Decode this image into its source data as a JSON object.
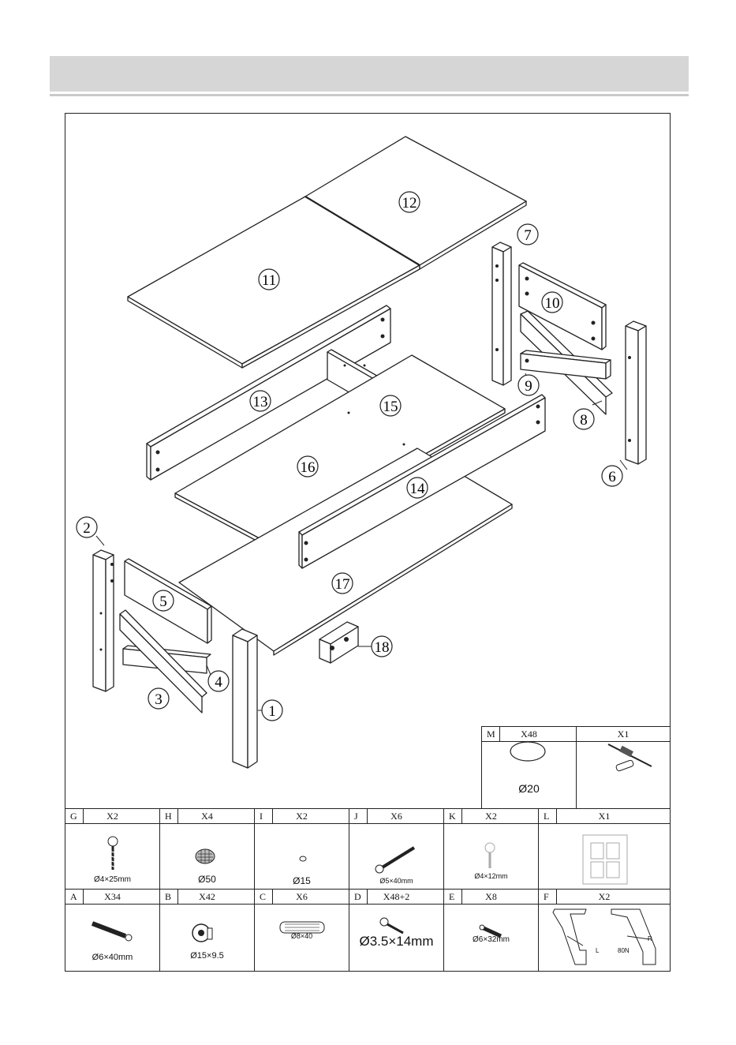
{
  "parts": [
    "1",
    "2",
    "3",
    "4",
    "5",
    "6",
    "7",
    "8",
    "9",
    "10",
    "11",
    "12",
    "13",
    "14",
    "15",
    "16",
    "17",
    "18"
  ],
  "hardware_top": [
    {
      "letter": "M",
      "qty": "X48",
      "size": "Ø20",
      "icon": "cap-icon"
    },
    {
      "letter": "",
      "qty": "X1",
      "size": "",
      "icon": "screwdriver-icon"
    }
  ],
  "hardware_row1": [
    {
      "letter": "G",
      "qty": "X2",
      "size": "Ø4×25mm",
      "icon": "screw-icon"
    },
    {
      "letter": "H",
      "qty": "X4",
      "size": "Ø50",
      "icon": "felt-pad-icon"
    },
    {
      "letter": "I",
      "qty": "X2",
      "size": "Ø15",
      "icon": "small-cap-icon"
    },
    {
      "letter": "J",
      "qty": "X6",
      "size": "Ø5×40mm",
      "icon": "long-screw-icon"
    },
    {
      "letter": "K",
      "qty": "X2",
      "size": "Ø4×12mm",
      "icon": "short-screw-icon"
    },
    {
      "letter": "L",
      "qty": "X1",
      "size": "",
      "icon": "sticker-sheet-icon"
    }
  ],
  "hardware_row2": [
    {
      "letter": "A",
      "qty": "X34",
      "size": "Ø6×40mm",
      "icon": "cam-bolt-icon"
    },
    {
      "letter": "B",
      "qty": "X42",
      "size": "Ø15×9.5",
      "icon": "cam-lock-icon"
    },
    {
      "letter": "C",
      "qty": "X6",
      "size": "Ø8×40",
      "icon": "dowel-icon"
    },
    {
      "letter": "D",
      "qty": "X48+2",
      "size": "Ø3.5×14mm",
      "icon": "wood-screw-icon"
    },
    {
      "letter": "E",
      "qty": "X8",
      "size": "Ø6×32mm",
      "icon": "connector-bolt-icon"
    },
    {
      "letter": "F",
      "qty": "X2",
      "size": "",
      "icon": "lift-hinge-icon",
      "labels": {
        "left": "L",
        "force": "80N",
        "right": "R"
      }
    }
  ]
}
